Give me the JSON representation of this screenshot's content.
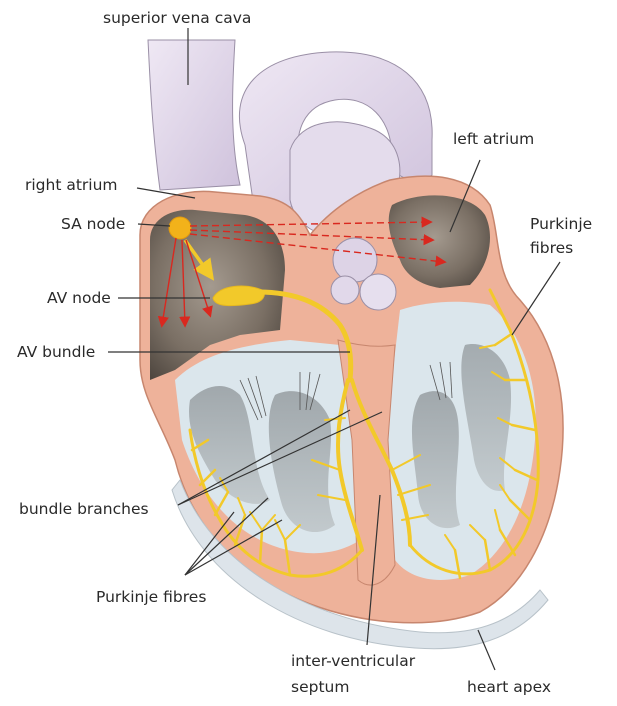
{
  "labels": {
    "superior_vena_cava": "superior vena cava",
    "left_atrium": "left atrium",
    "right_atrium": "right atrium",
    "sa_node": "SA node",
    "purkinje_fibres_right_line1": "Purkinje",
    "purkinje_fibres_right_line2": "fibres",
    "av_node": "AV node",
    "av_bundle": "AV bundle",
    "bundle_branches": "bundle branches",
    "purkinje_fibres_bottom": "Purkinje fibres",
    "inter_ventricular_line1": "inter-ventricular",
    "inter_ventricular_line2": "septum",
    "heart_apex": "heart apex"
  },
  "colors": {
    "vessel": "#ddd3e6",
    "muscle": "#eeb29a",
    "chamber_dark": "#6e6459",
    "chamber_blue": "#dbe6ec",
    "conduction": "#f2c92a",
    "signal_arrow": "#d9281f",
    "leader_line": "#333333"
  }
}
